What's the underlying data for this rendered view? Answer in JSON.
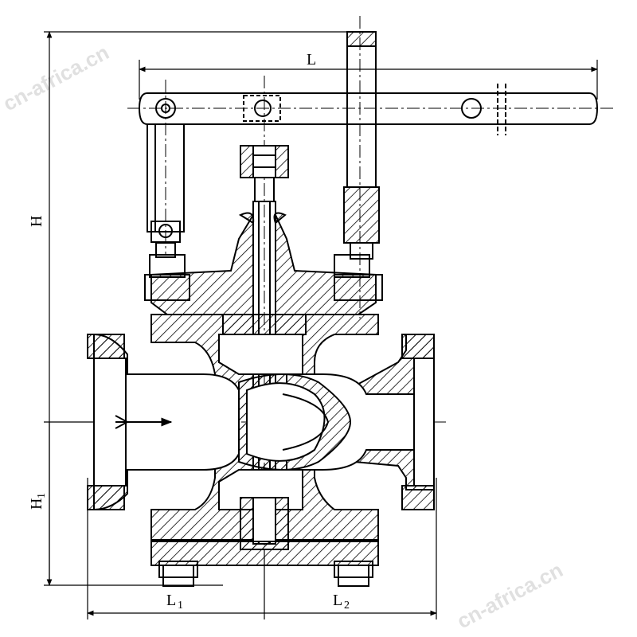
{
  "figure": {
    "dimensions": {
      "L": "L",
      "H": "H",
      "H1_main": "H",
      "H1_sub": "1",
      "L1_main": "L",
      "L1_sub": "1",
      "L2_main": "L",
      "L2_sub": "2"
    },
    "watermark": "cn-africa.cn",
    "colors": {
      "line": "#000000",
      "background": "#ffffff",
      "watermark": "#c8c8c8"
    }
  }
}
